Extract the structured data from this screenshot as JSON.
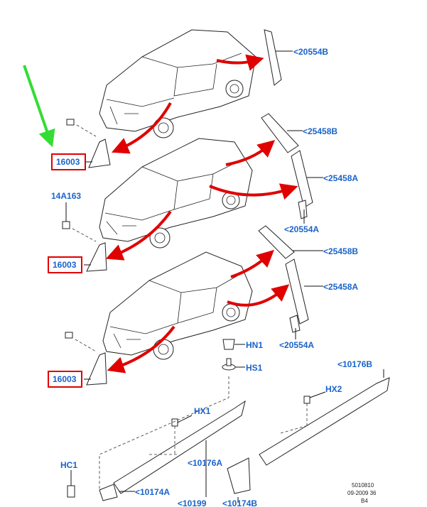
{
  "labels": {
    "p20554B_top": "<20554B",
    "p25458B_1": "<25458B",
    "p25458A_1": "<25458A",
    "p20554A_1": "<20554A",
    "p25458B_2": "<25458B",
    "p25458A_2": "<25458A",
    "p20554A_2": "<20554A",
    "p14A163": "14A163",
    "p16003_1": "16003",
    "p16003_2": "16003",
    "p16003_3": "16003",
    "hn1": "HN1",
    "hs1": "HS1",
    "p10176B": "<10176B",
    "hx2": "HX2",
    "hx1": "HX1",
    "p10176A": "<10176A",
    "hc1": "HC1",
    "p10174A": "<10174A",
    "p10199": "<10199",
    "p10174B": "<10174B"
  },
  "footer": {
    "line1": "5010810",
    "line2": "09-2009 36",
    "line3": "B4"
  },
  "colors": {
    "label_blue": "#1a63c9",
    "arrow_red": "#e00000",
    "pointer_green": "#33dd33"
  }
}
